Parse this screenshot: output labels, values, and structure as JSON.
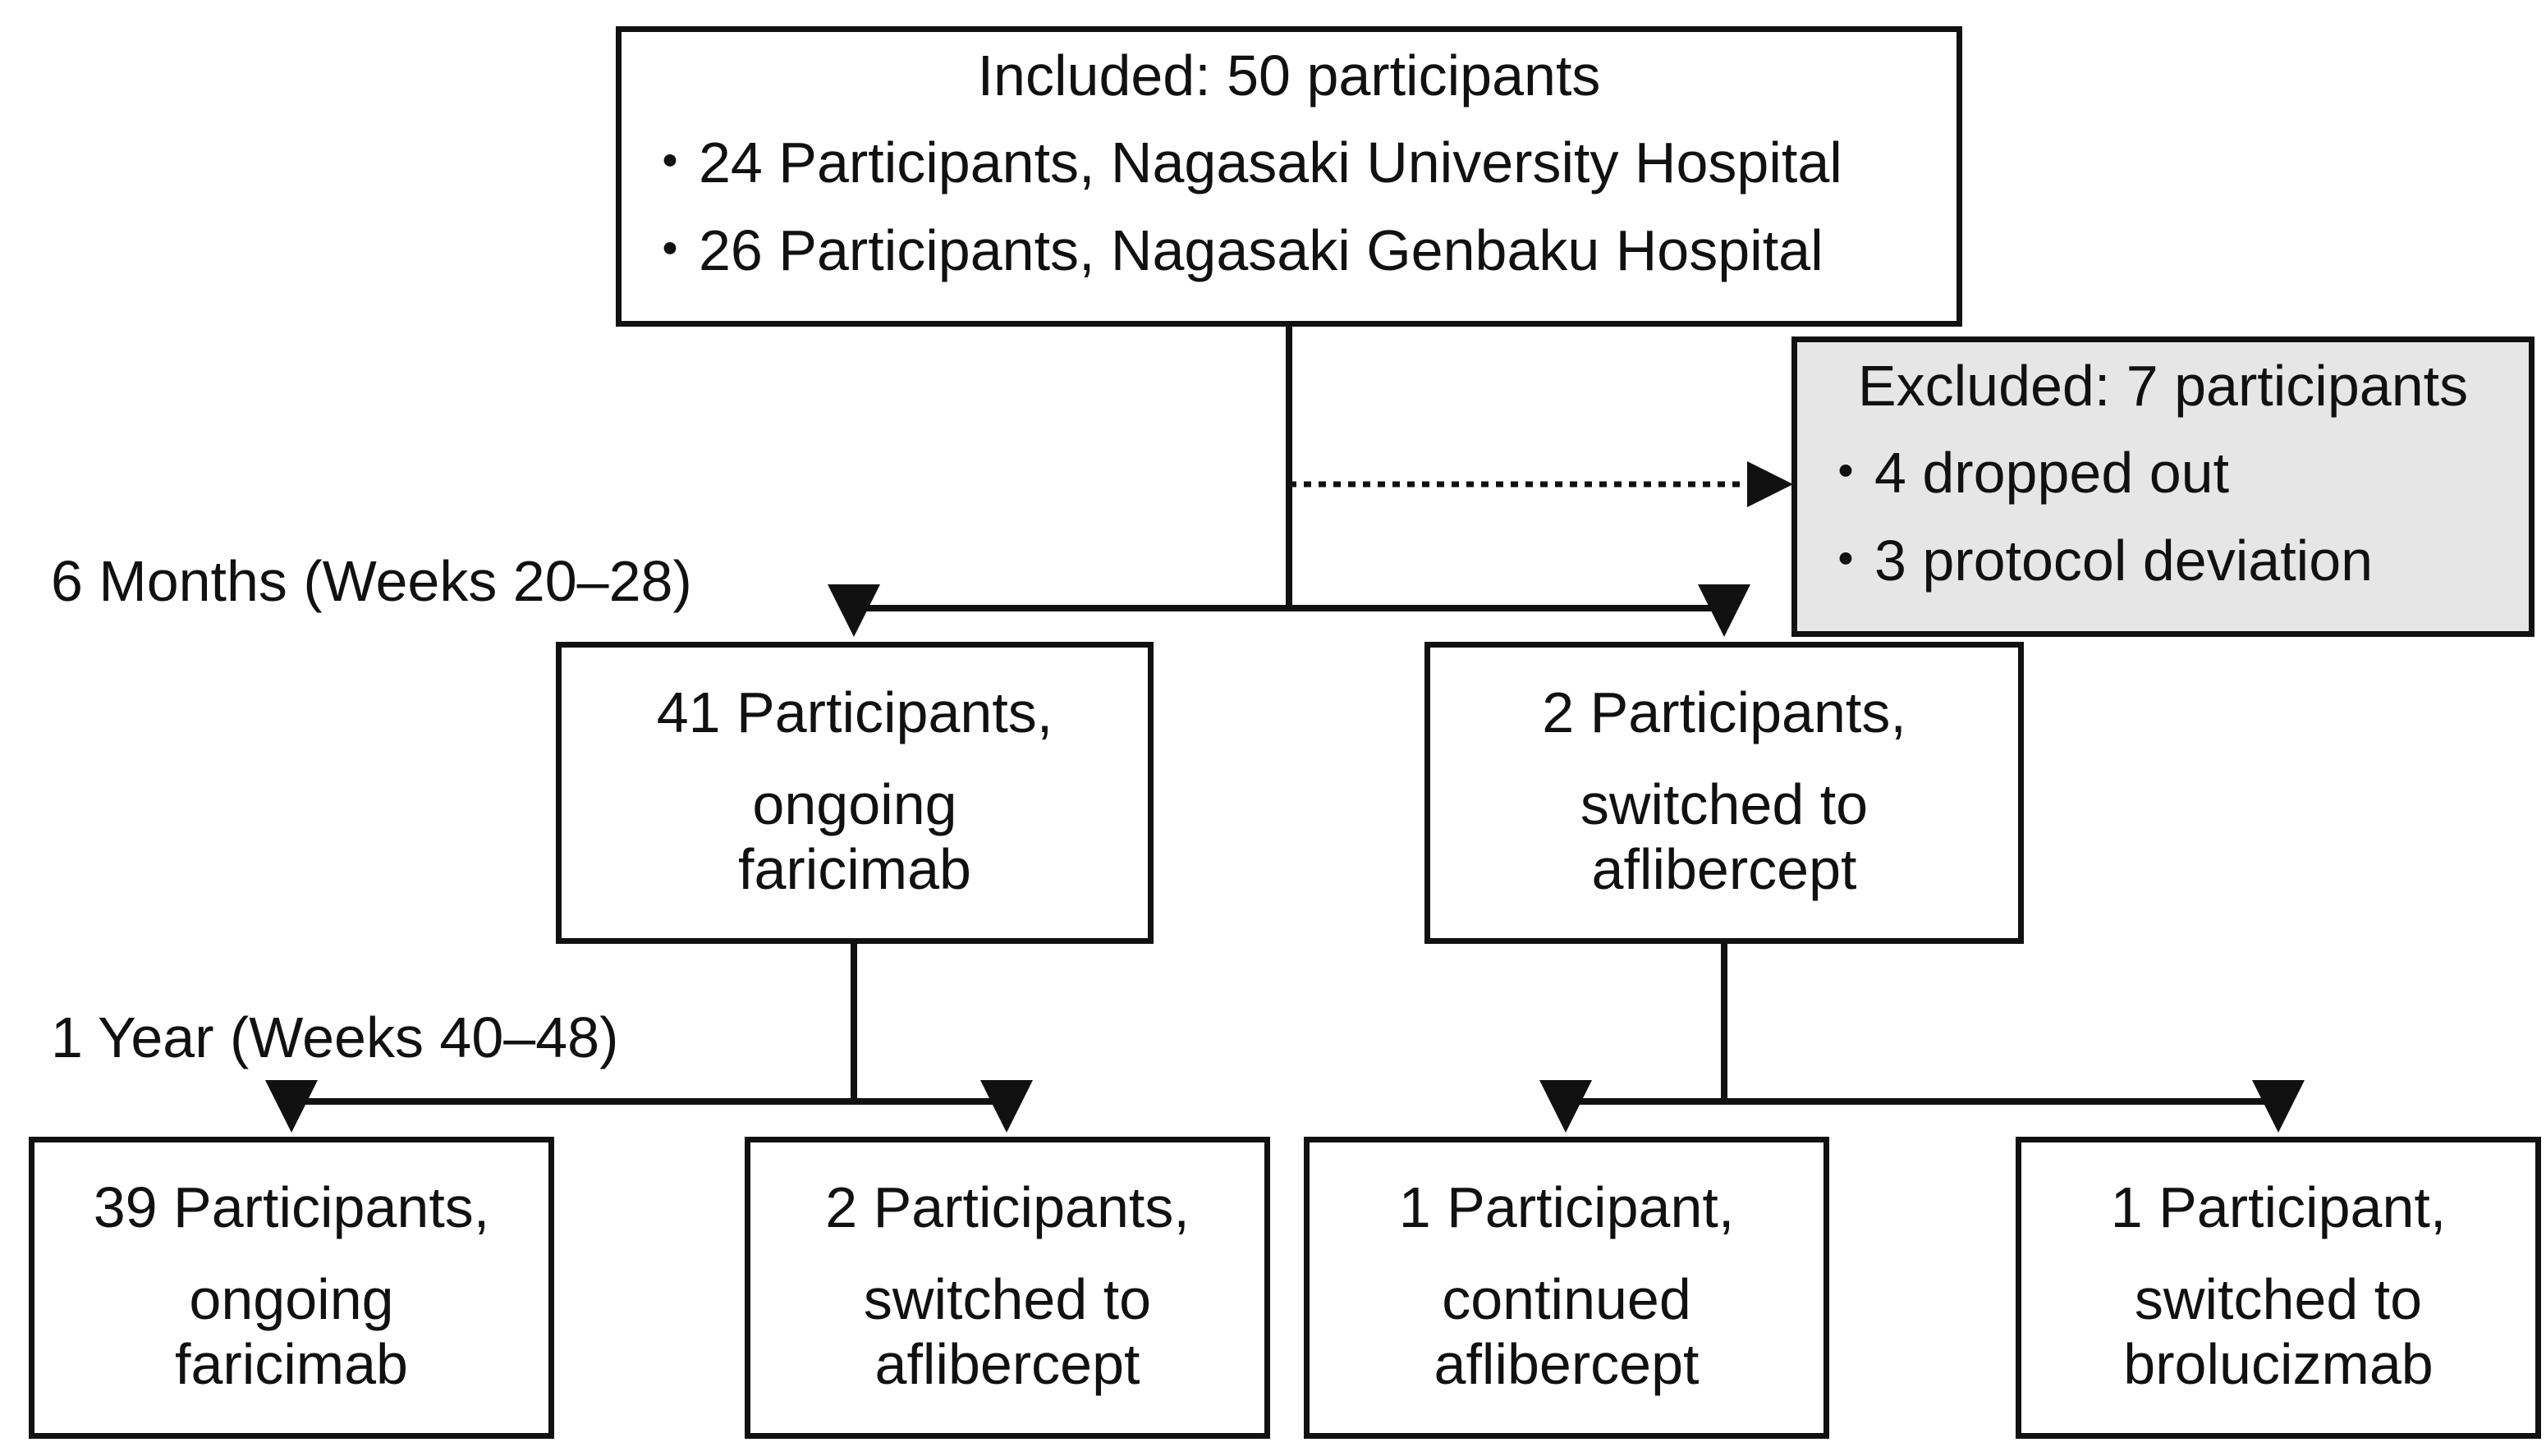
{
  "flowchart": {
    "included": {
      "title": "Included: 50 participants",
      "items": [
        "・24 Participants, Nagasaki University Hospital",
        "・26 Participants, Nagasaki Genbaku Hospital"
      ]
    },
    "excluded": {
      "title": "Excluded: 7 participants",
      "items": [
        "・4 dropped out",
        "・3 protocol deviation"
      ]
    },
    "phases": {
      "six_months": "6 Months (Weeks 20–28)",
      "one_year": "1 Year (Weeks 40–48)"
    },
    "six_month_nodes": [
      {
        "lines": [
          "41 Participants,",
          "ongoing",
          "faricimab"
        ]
      },
      {
        "lines": [
          "2 Participants,",
          "switched to",
          "aflibercept"
        ]
      }
    ],
    "one_year_nodes": [
      {
        "lines": [
          "39 Participants,",
          "ongoing",
          "faricimab"
        ]
      },
      {
        "lines": [
          "2 Participants,",
          "switched to",
          "aflibercept"
        ]
      },
      {
        "lines": [
          "1 Participant,",
          "continued",
          "aflibercept"
        ]
      },
      {
        "lines": [
          "1 Participant,",
          "switched to",
          "brolucizmab"
        ]
      }
    ]
  }
}
